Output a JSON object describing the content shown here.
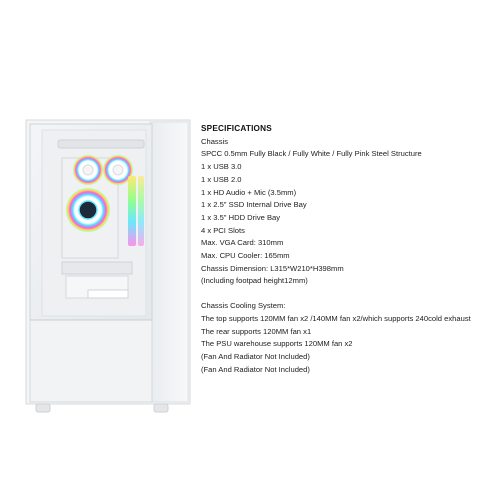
{
  "product_image": {
    "icon": "white-atx-pc-case-with-rgb-fans"
  },
  "specifications": {
    "title": "SPECIFICATIONS",
    "chassis_lines": [
      "Chassis",
      "SPCC 0.5mm Fully Black / Fully White / Fully Pink Steel Structure",
      "1 x USB 3.0",
      "1 x USB 2.0",
      "1 x HD Audio + Mic (3.5mm)",
      "1 x 2.5\" SSD Internal Drive Bay",
      "1 x 3.5\" HDD Drive Bay",
      "4 x PCI Slots",
      "Max. VGA Card: 310mm",
      "Max. CPU Cooler: 165mm",
      "Chassis Dimension: L315*W210*H398mm",
      "(Including footpad height12mm)"
    ],
    "cooling_lines": [
      "Chassis Cooling System:",
      "The top supports 120MM fan x2 /140MM fan x2/which supports 240cold exhaust",
      "The rear supports 120MM fan x1",
      "The PSU warehouse supports 120MM fan x2",
      "(Fan And Radiator Not Included)",
      "(Fan And Radiator Not Included)"
    ]
  }
}
